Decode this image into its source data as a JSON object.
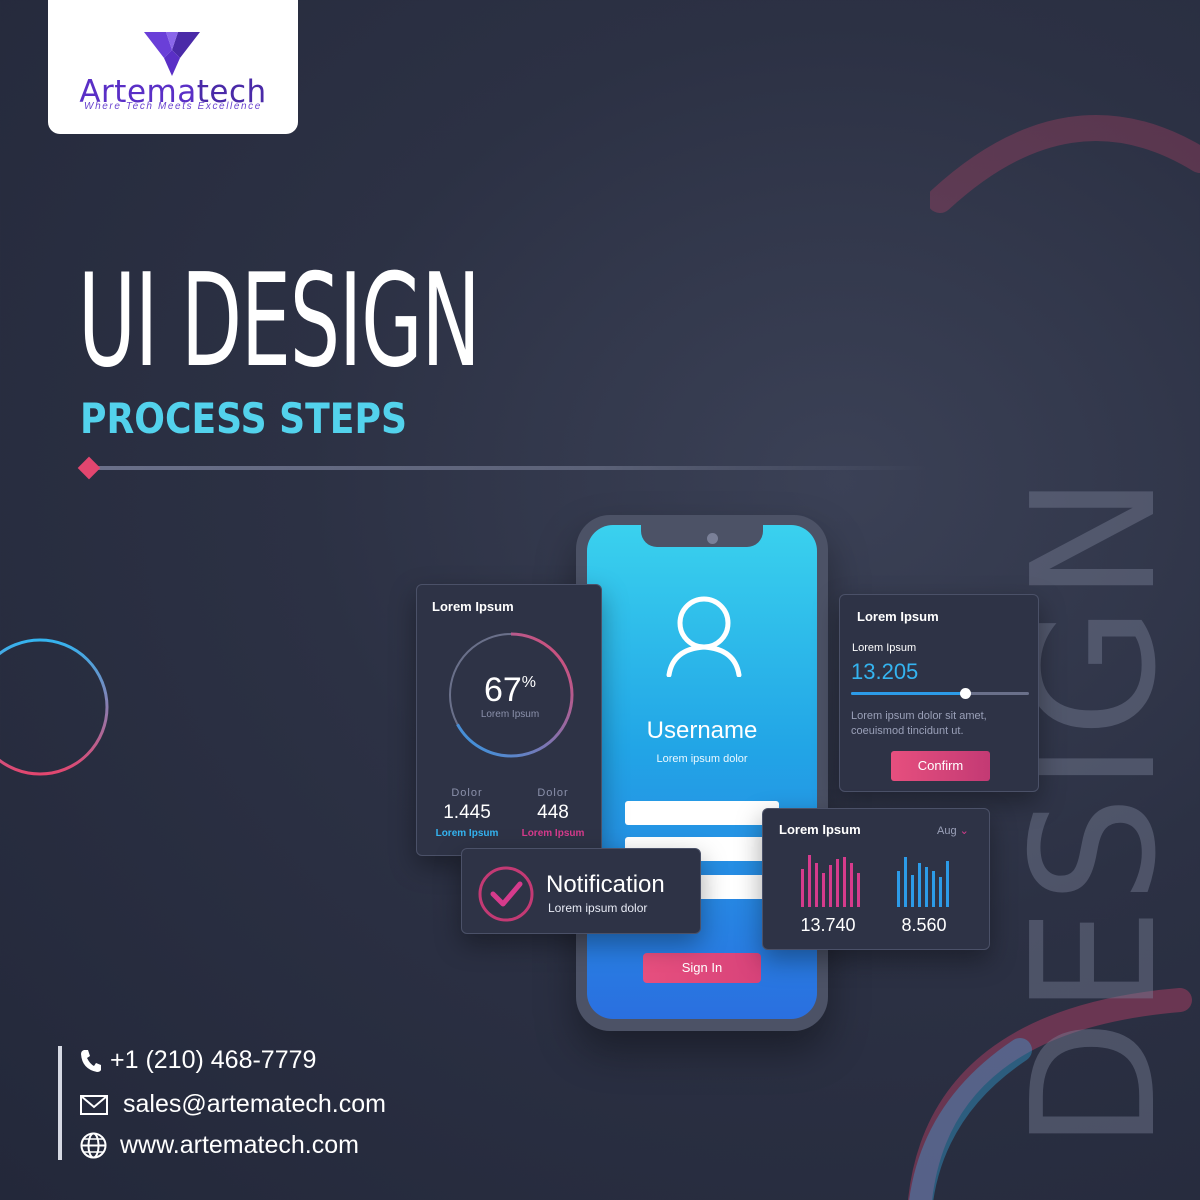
{
  "brand": {
    "name_part1": "Artema",
    "name_part2": "tech",
    "tagline": "Where Tech Meets Excellence",
    "color": "#5a2fc6"
  },
  "heading": {
    "title": "UI DESIGN",
    "subtitle": "PROCESS STEPS",
    "subtitle_color": "#53d2ec",
    "accent_color": "#e3466f"
  },
  "watermark": "DESIGN",
  "phone": {
    "username": "Username",
    "username_sub": "Lorem ipsum dolor",
    "signin_label": "Sign In"
  },
  "gauge_card": {
    "title": "Lorem Ipsum",
    "value": "67",
    "unit": "%",
    "progress": 0.67,
    "label": "Lorem Ipsum",
    "stats": [
      {
        "label": "Dolor",
        "value": "1.445",
        "sub": "Lorem Ipsum",
        "color": "#34b4f0"
      },
      {
        "label": "Dolor",
        "value": "448",
        "sub": "Lorem Ipsum",
        "color": "#d63b8c"
      }
    ]
  },
  "notification": {
    "title": "Notification",
    "subtitle": "Lorem ipsum dolor"
  },
  "slider_card": {
    "title": "Lorem Ipsum",
    "label": "Lorem Ipsum",
    "value": "13.205",
    "level": 0.64,
    "description": "Lorem ipsum dolor sit amet, coeuismod tincidunt ut.",
    "button_label": "Confirm"
  },
  "bar_card": {
    "title": "Lorem Ipsum",
    "month": "Aug",
    "values": [
      "13.740",
      "8.560"
    ],
    "colors": [
      "#d63b8c",
      "#2c9be8"
    ]
  },
  "contact": {
    "phone": "+1 (210) 468-7779",
    "email": "sales@artematech.com",
    "website": "www.artematech.com"
  }
}
